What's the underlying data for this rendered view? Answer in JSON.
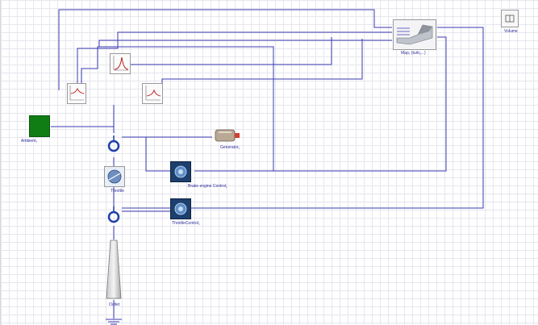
{
  "diagram": {
    "colors": {
      "wire": "#3a3ab0",
      "grid": "#e6e6ee",
      "green": "#0f7d14",
      "panel_dark": "#1c3f6e"
    },
    "blocks": {
      "ambient_label": "Ambient₁",
      "generator_label": "Generator₁",
      "engine_control_label": "Brake engine Control₁",
      "throttle_control_label": "ThrottleControl₁",
      "throttle_label": "Throttle",
      "pipe_label": "Outlet",
      "map_label": "Map₁ (turb₁...)",
      "table_label": "Volume"
    }
  }
}
